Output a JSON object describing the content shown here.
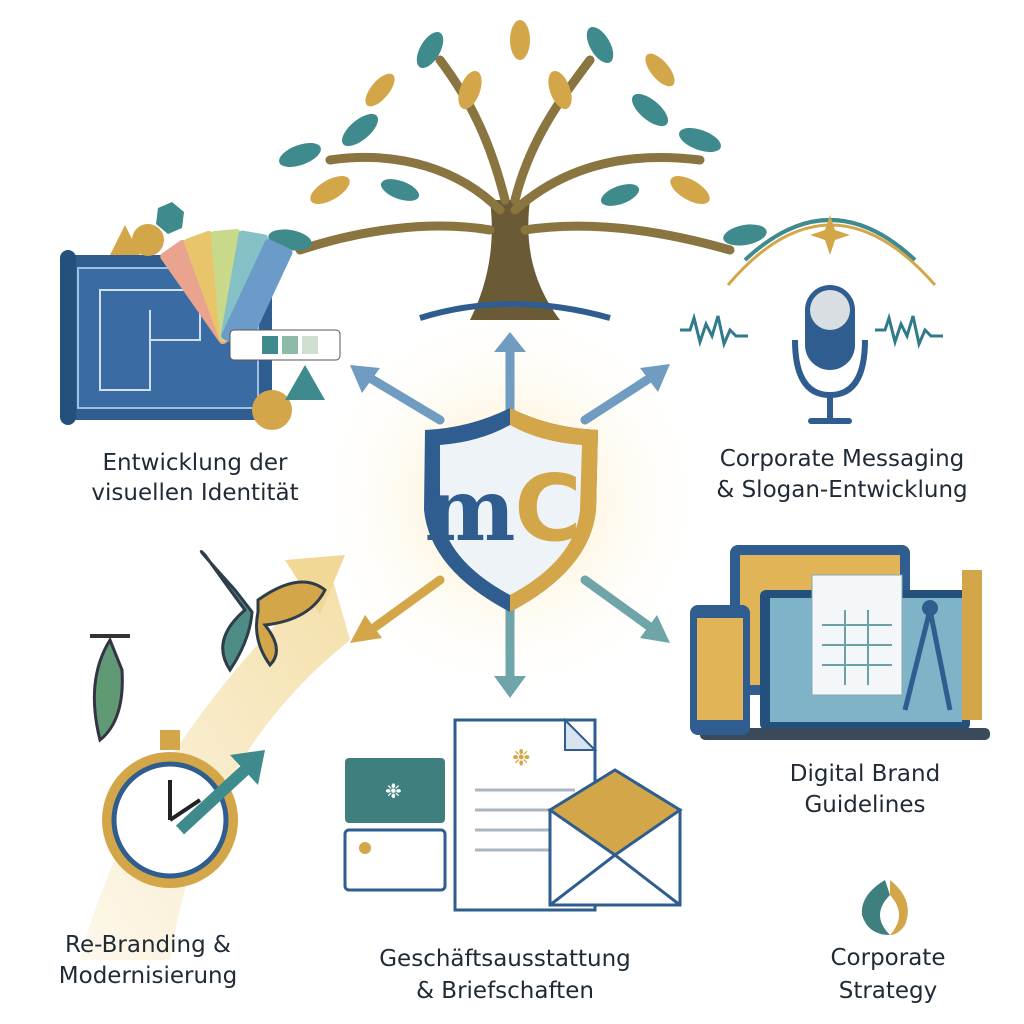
{
  "center_logo": {
    "letters": "MC"
  },
  "services": [
    {
      "id": "visual-identity",
      "lines": [
        "Entwicklung der",
        "visuellen Identität"
      ]
    },
    {
      "id": "corporate-messaging",
      "lines": [
        "Corporate Messaging",
        "& Slogan-Entwicklung"
      ]
    },
    {
      "id": "digital-brand-guidelines",
      "lines": [
        "Digital Brand",
        "Guidelines"
      ]
    },
    {
      "id": "re-branding",
      "lines": [
        "Re-Branding &",
        "Modernisierung"
      ]
    },
    {
      "id": "business-stationery",
      "lines": [
        "Geschäftsausstattung",
        "& Briefschaften"
      ]
    },
    {
      "id": "corporate-strategy",
      "lines": [
        "Corporate",
        "Strategy"
      ]
    }
  ],
  "colors": {
    "blue": "#2f5d8f",
    "gold": "#d4a64a",
    "teal": "#3f8a8c",
    "brown": "#7a6a45"
  }
}
